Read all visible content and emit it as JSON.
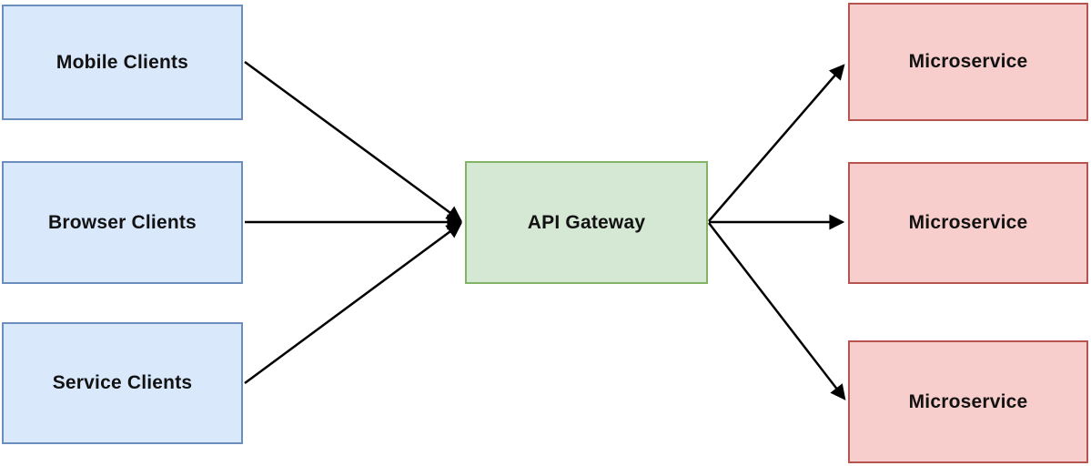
{
  "diagram": {
    "background_color": "#ffffff",
    "arrow_color": "#000000",
    "text_color": "#121212",
    "nodes": {
      "mobile_clients": {
        "label": "Mobile Clients",
        "fill": "#dae8fc",
        "border": "#6c8ebf"
      },
      "browser_clients": {
        "label": "Browser Clients",
        "fill": "#dae8fc",
        "border": "#6c8ebf"
      },
      "service_clients": {
        "label": "Service Clients",
        "fill": "#dae8fc",
        "border": "#6c8ebf"
      },
      "api_gateway": {
        "label": "API Gateway",
        "fill": "#d5e8d4",
        "border": "#82b366"
      },
      "microservice_top": {
        "label": "Microservice",
        "fill": "#f8cecc",
        "border": "#b85450"
      },
      "microservice_middle": {
        "label": "Microservice",
        "fill": "#f8cecc",
        "border": "#b85450"
      },
      "microservice_bottom": {
        "label": "Microservice",
        "fill": "#f8cecc",
        "border": "#b85450"
      }
    },
    "edges": [
      {
        "from": "mobile_clients",
        "to": "api_gateway",
        "arrowhead": "end"
      },
      {
        "from": "browser_clients",
        "to": "api_gateway",
        "arrowhead": "end"
      },
      {
        "from": "service_clients",
        "to": "api_gateway",
        "arrowhead": "end"
      },
      {
        "from": "api_gateway",
        "to": "microservice_top",
        "arrowhead": "end"
      },
      {
        "from": "api_gateway",
        "to": "microservice_middle",
        "arrowhead": "end"
      },
      {
        "from": "api_gateway",
        "to": "microservice_bottom",
        "arrowhead": "end"
      }
    ]
  }
}
